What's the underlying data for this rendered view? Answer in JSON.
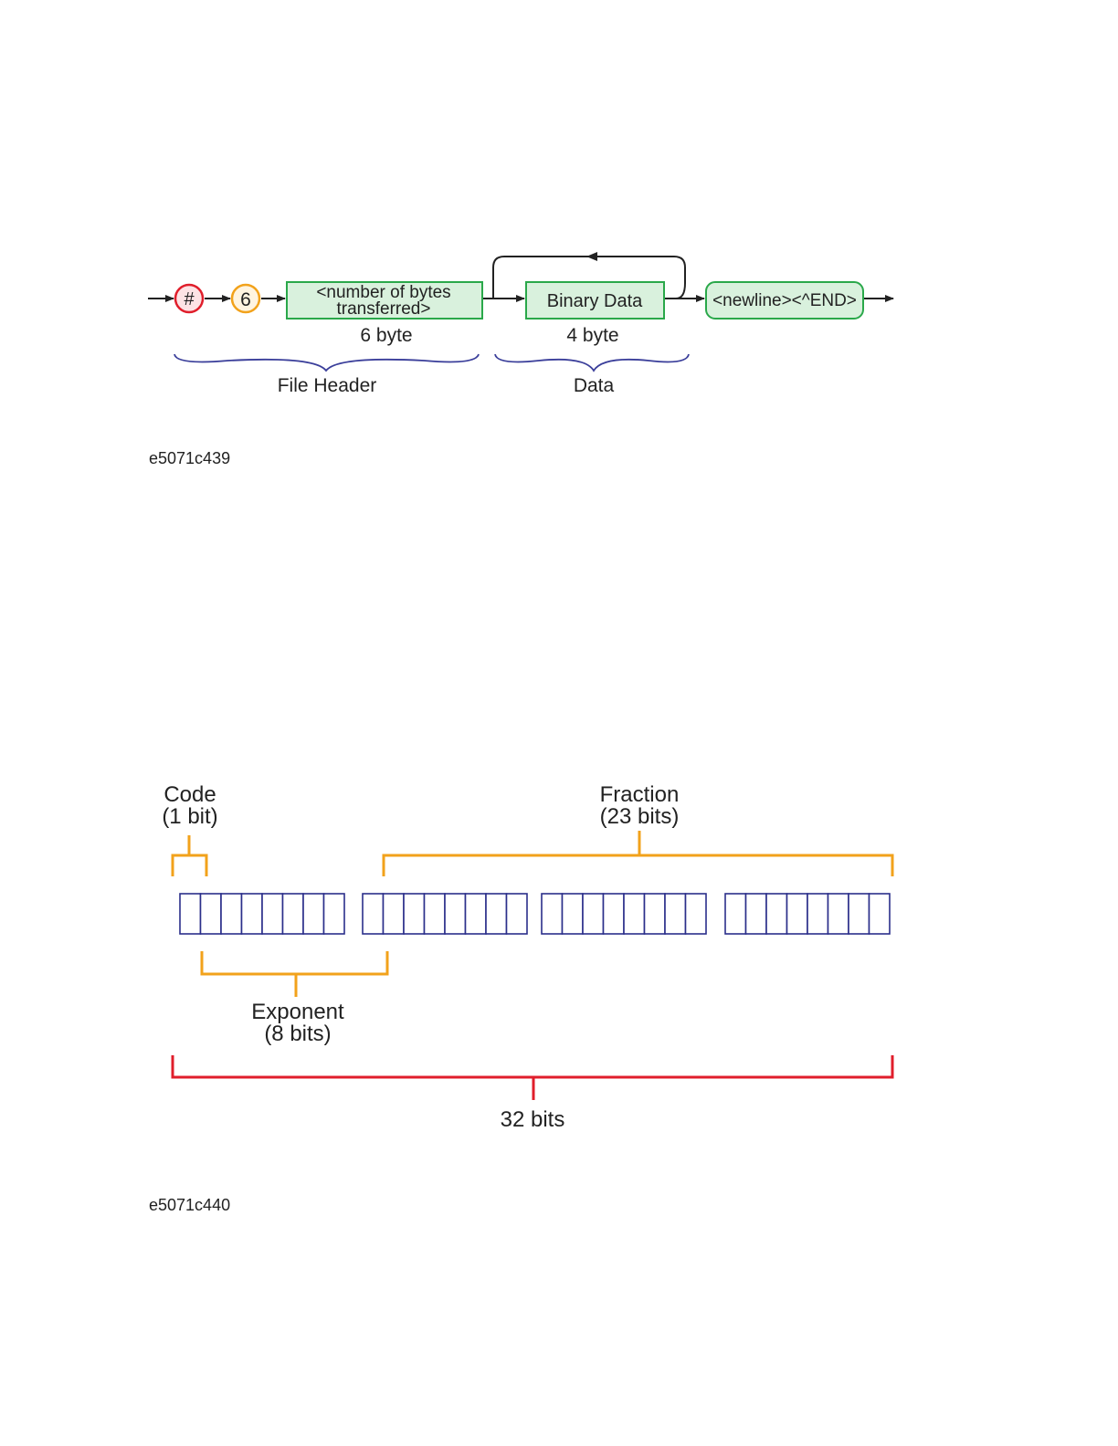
{
  "figure1": {
    "id": "e5071c439",
    "nodes": {
      "hash": "#",
      "six": "6",
      "count_box_line1": "<number of bytes",
      "count_box_line2": "transferred>",
      "binary_data": "Binary Data",
      "terminator": "<newline><^END>"
    },
    "count_size": "6 byte",
    "data_size": "4 byte",
    "brace_file_header": "File Header",
    "brace_data": "Data"
  },
  "figure2": {
    "id": "e5071c440",
    "code_label": "Code",
    "code_bits": "(1 bit)",
    "fraction_label": "Fraction",
    "fraction_bits": "(23 bits)",
    "exponent_label": "Exponent",
    "exponent_bits": "(8 bits)",
    "total_bits": "32 bits",
    "bytes": 4,
    "bits_per_byte": 8
  },
  "colors": {
    "red": "#e01e2b",
    "orange": "#f2a21b",
    "green_fill": "#d9f1dd",
    "green_stroke": "#2aa84a",
    "navy": "#2b2f8a",
    "brace_blue": "#3a3e9a",
    "arrow": "#222222"
  }
}
